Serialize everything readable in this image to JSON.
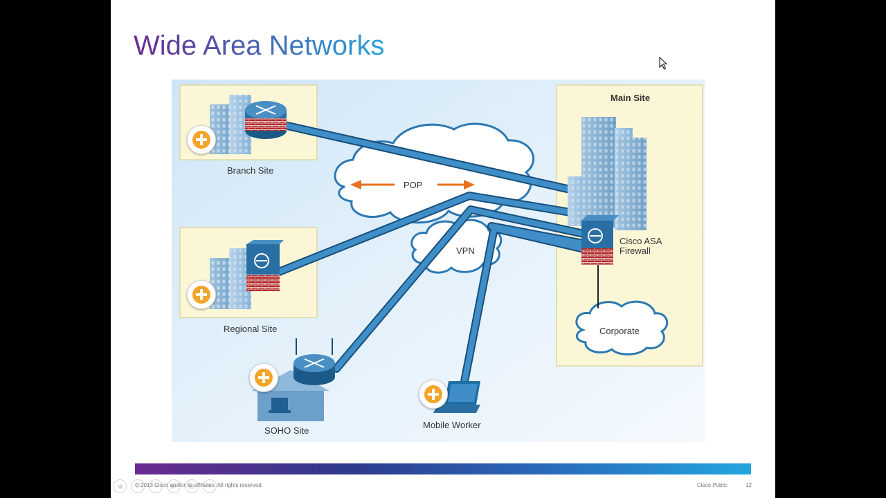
{
  "slide": {
    "title": "Wide Area Networks",
    "footer_copyright": "© 2013 Cisco and/or its affiliates. All rights reserved.",
    "footer_classification": "Cisco Public",
    "page_number": "12"
  },
  "diagram": {
    "branch_site": "Branch Site",
    "regional_site": "Regional Site",
    "soho_site": "SOHO Site",
    "mobile_worker": "Mobile Worker",
    "main_site": "Main Site",
    "pop": "POP",
    "vpn": "VPN",
    "firewall_line1": "Cisco ASA",
    "firewall_line2": "Firewall",
    "corporate": "Corporate"
  },
  "player_controls": {
    "icons": [
      "prev-icon",
      "rewind-icon",
      "fast-forward-icon",
      "next-icon",
      "pages-icon",
      "close-icon"
    ]
  },
  "colors": {
    "link_blue": "#1f6fa3",
    "arrow_orange": "#e8711f",
    "plus_orange": "#f3a52a",
    "site_box": "#fbf7d6",
    "title_gradient_start": "#6a2c91",
    "title_gradient_end": "#2aa2d8"
  }
}
